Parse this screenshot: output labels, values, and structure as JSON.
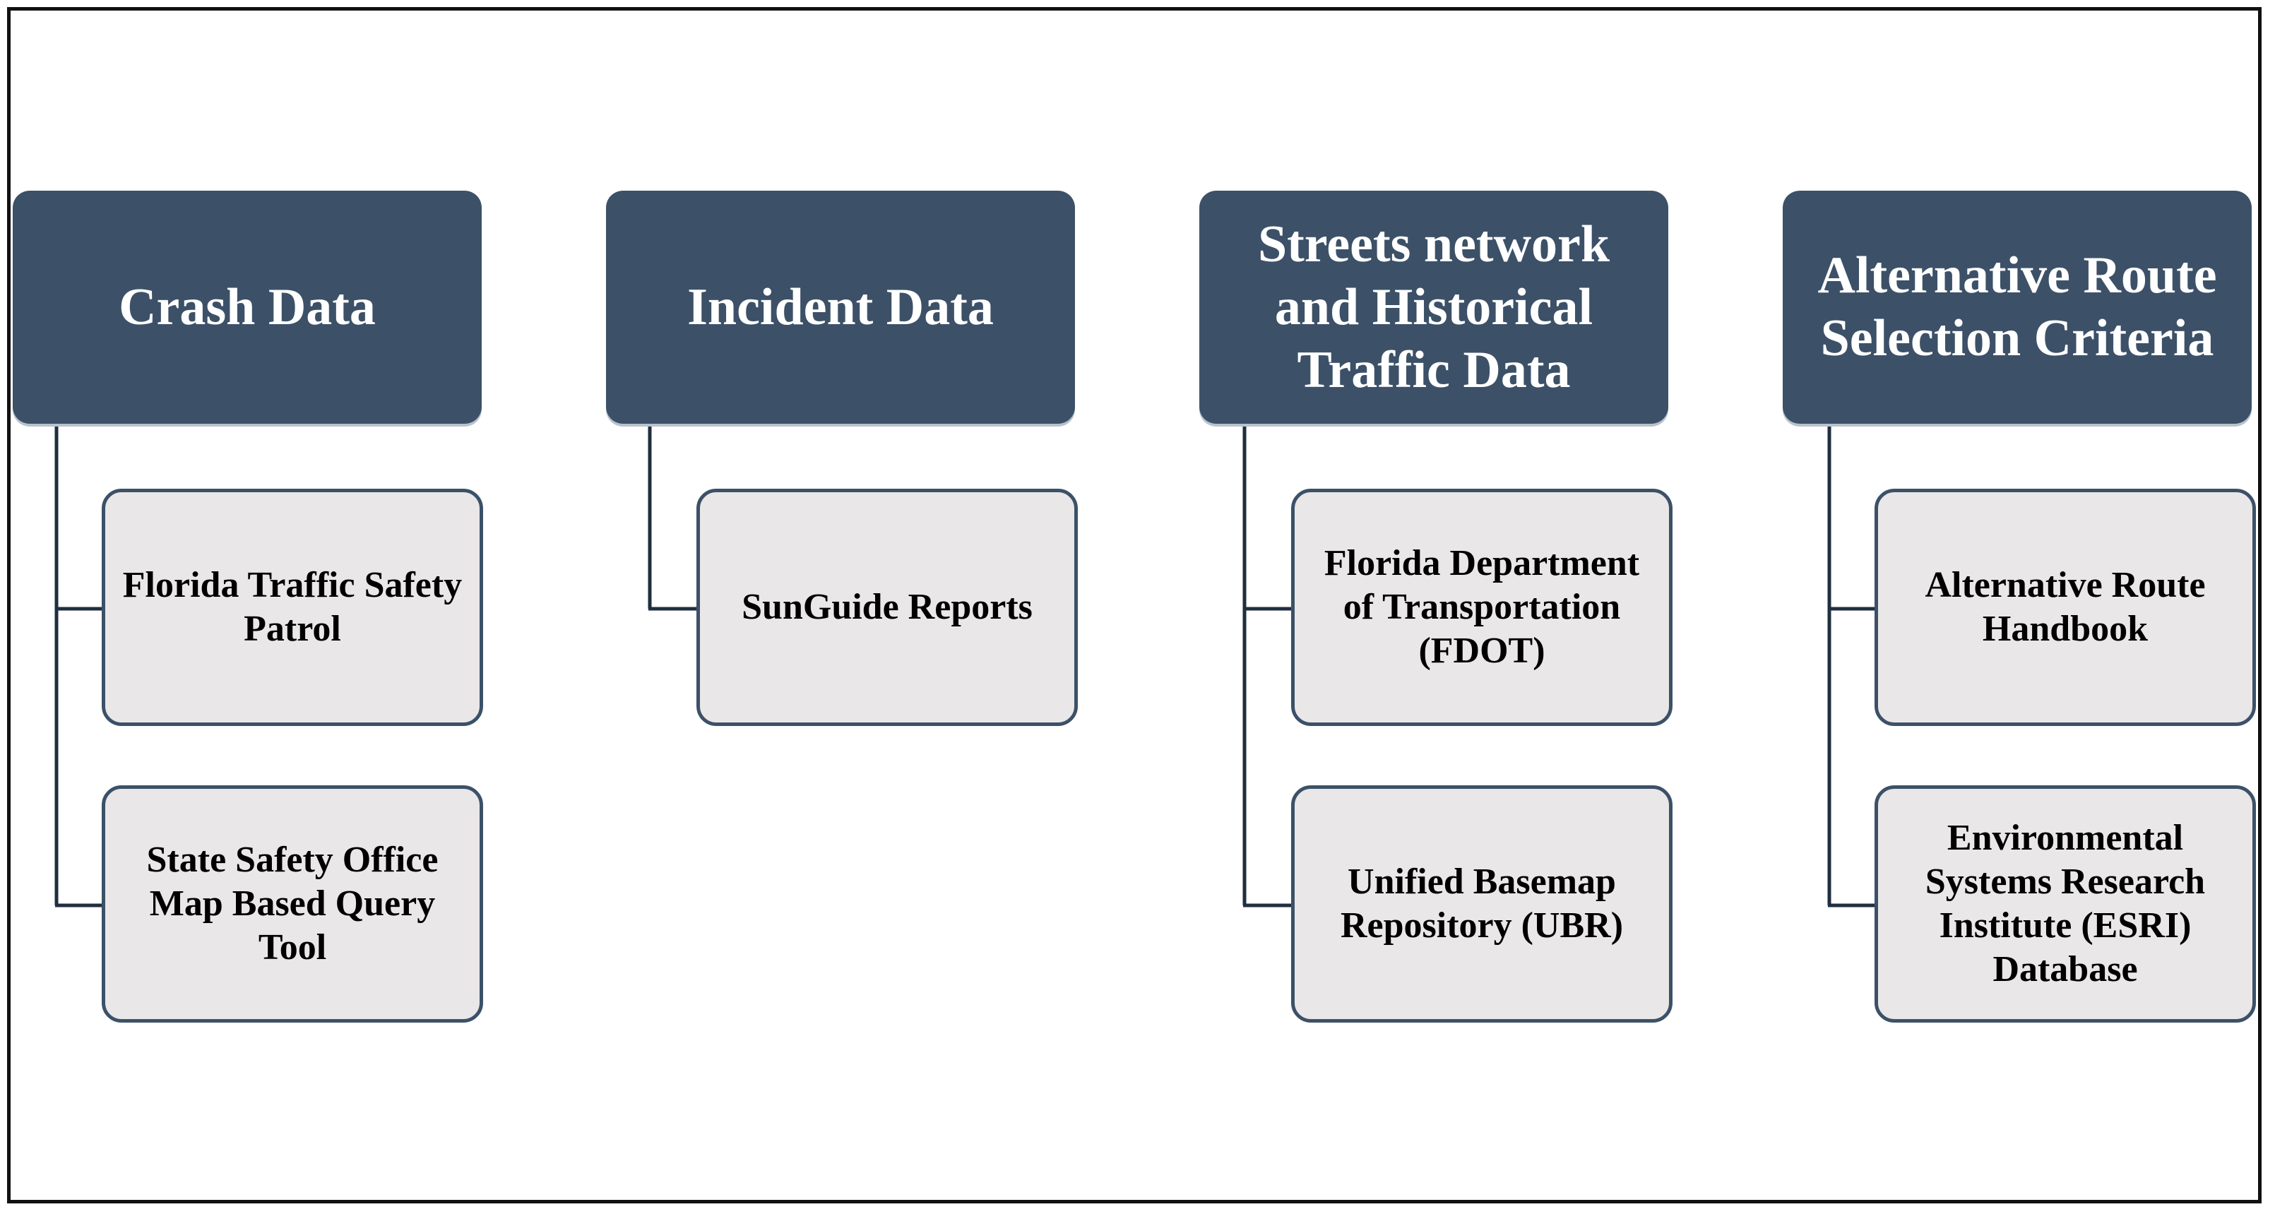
{
  "groups": [
    {
      "title": "Crash Data",
      "items": [
        "Florida Traffic Safety Patrol",
        "State Safety Office Map Based Query Tool"
      ]
    },
    {
      "title": "Incident Data",
      "items": [
        "SunGuide Reports"
      ]
    },
    {
      "title": "Streets network and Historical Traffic Data",
      "items": [
        "Florida Department of Transportation (FDOT)",
        "Unified Basemap Repository (UBR)"
      ]
    },
    {
      "title": "Alternative Route Selection Criteria",
      "items": [
        "Alternative Route Handbook",
        "Environmental Systems Research Institute (ESRI) Database"
      ]
    }
  ],
  "colors": {
    "header_fill": "#3c5168",
    "child_fill": "#e9e7e7",
    "connector": "#1f2f40"
  }
}
